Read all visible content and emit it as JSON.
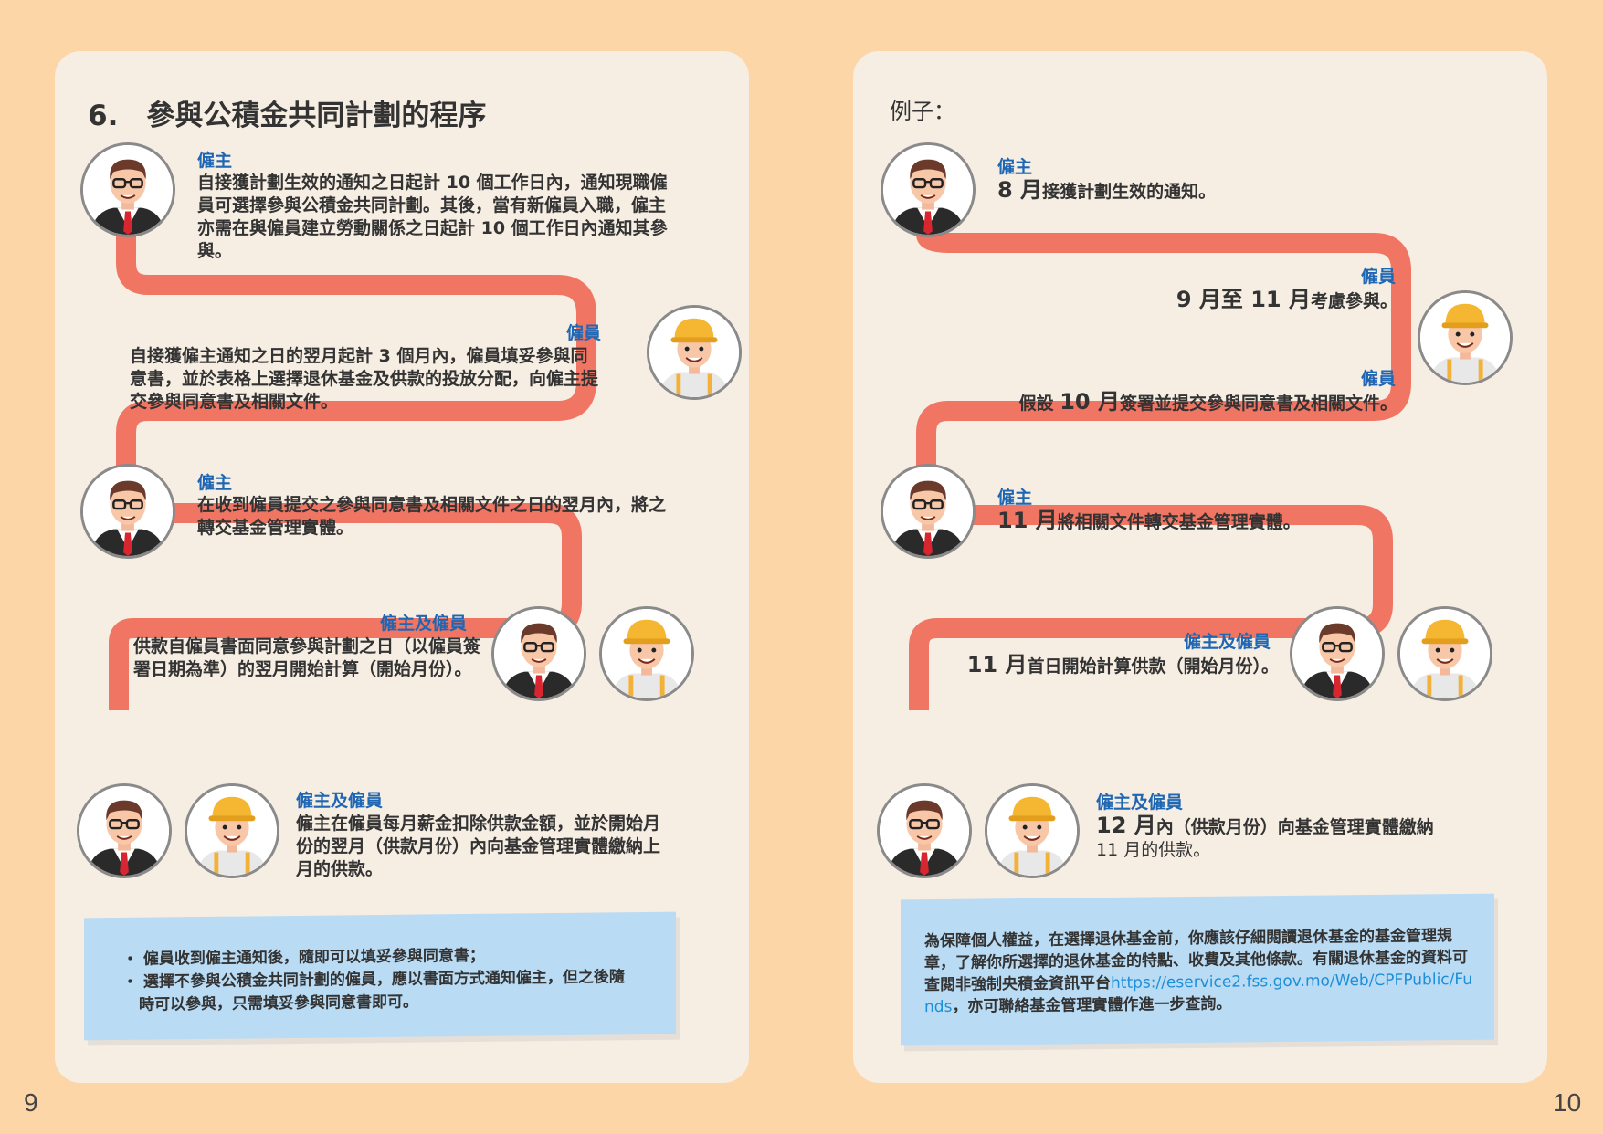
{
  "left": {
    "page_number": "9",
    "title": "6.　參與公積金共同計劃的程序",
    "steps": [
      {
        "role": "僱主",
        "text": "自接獲計劃生效的通知之日起計 10 個工作日內，通知現職僱員可選擇參與公積金共同計劃。其後，當有新僱員入職，僱主亦需在與僱員建立勞動關係之日起計 10 個工作日內通知其參與。"
      },
      {
        "role": "僱員",
        "text": "自接獲僱主通知之日的翌月起計 3 個月內，僱員填妥參與同意書，並於表格上選擇退休基金及供款的投放分配，向僱主提交參與同意書及相關文件。"
      },
      {
        "role": "僱主",
        "text": "在收到僱員提交之參與同意書及相關文件之日的翌月內，將之轉交基金管理實體。"
      },
      {
        "role": "僱主及僱員",
        "text": "供款自僱員書面同意參與計劃之日（以僱員簽署日期為準）的翌月開始計算（開始月份）。"
      },
      {
        "role": "僱主及僱員",
        "text": "僱主在僱員每月薪金扣除供款金額，並於開始月份的翌月（供款月份）內向基金管理實體繳納上月的供款。"
      }
    ],
    "notes": [
      "・ 僱員收到僱主通知後，隨即可以填妥參與同意書；",
      "・ 選擇不參與公積金共同計劃的僱員，應以書面方式通知僱主，但之後隨時可以參與，只需填妥參與同意書即可。"
    ]
  },
  "right": {
    "page_number": "10",
    "title": "例子：",
    "steps": [
      {
        "role": "僱主",
        "bold": "8 月",
        "text": "接獲計劃生效的通知。"
      },
      {
        "role": "僱員",
        "bold": "9 月至 11 月",
        "text": "考慮參與。"
      },
      {
        "role": "僱員",
        "prefix": "假設 ",
        "bold": "10 月",
        "text": "簽署並提交參與同意書及相關文件。"
      },
      {
        "role": "僱主",
        "bold": "11 月",
        "text": "將相關文件轉交基金管理實體。"
      },
      {
        "role": "僱主及僱員",
        "bold": "11 月",
        "text": "首日開始計算供款（開始月份）。"
      },
      {
        "role": "僱主及僱員",
        "bold": "12 月",
        "text": "內（供款月份）向基金管理實體繳納",
        "text2": "11 月的供款。"
      }
    ],
    "note": {
      "text": "為保障個人權益，在選擇退休基金前，你應該仔細閱讀退休基金的基金管理規章，了解你所選擇的退休基金的特點、收費及其他條款。有關退休基金的資料可查閱非強制央積金資訊平台",
      "link": "https://eservice2.fss.gov.mo/Web/CPFPublic/Funds",
      "text_after": "，亦可聯絡基金管理實體作進一步查詢。"
    }
  },
  "colors": {
    "path": "#F07563",
    "role": "#1F66B3",
    "page_bg": "#FDD6A7",
    "panel_bg": "#F6EDE3",
    "note_bg": "#B9DBF4"
  }
}
